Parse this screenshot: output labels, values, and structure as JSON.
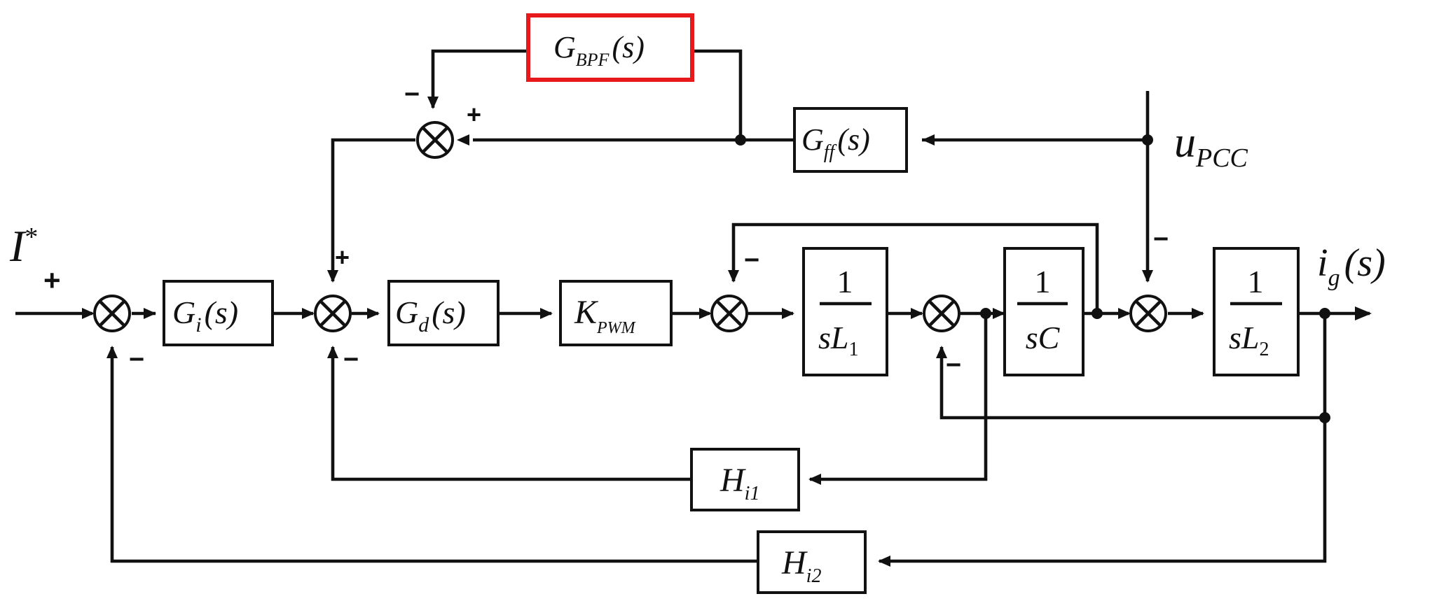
{
  "blocks": {
    "bpf": {
      "main": "G",
      "sub": "BPF",
      "arg": "(s)"
    },
    "gff": {
      "main": "G",
      "sub": "ff",
      "arg": "(s)"
    },
    "gi": {
      "main": "G",
      "sub": "i",
      "arg": "(s)"
    },
    "gd": {
      "main": "G",
      "sub": "d",
      "arg": "(s)"
    },
    "kpwm": {
      "main": "K",
      "sub": "PWM"
    },
    "l1": {
      "num": "1",
      "den": "sL",
      "sub": "1"
    },
    "c": {
      "num": "1",
      "den": "sC"
    },
    "l2": {
      "num": "1",
      "den": "sL",
      "sub": "2"
    },
    "hi1": {
      "main": "H",
      "sub": "i1"
    },
    "hi2": {
      "main": "H",
      "sub": "i2"
    }
  },
  "signals": {
    "reference": {
      "main": "I",
      "sup": "*"
    },
    "output": {
      "main": "i",
      "sub": "g",
      "arg": "(s)"
    },
    "voltage": {
      "main": "u",
      "sub": "PCC"
    }
  },
  "signs": {
    "plus": "+",
    "minus": "−"
  },
  "colors": {
    "line": "#111111",
    "highlight": "#e8191c"
  }
}
